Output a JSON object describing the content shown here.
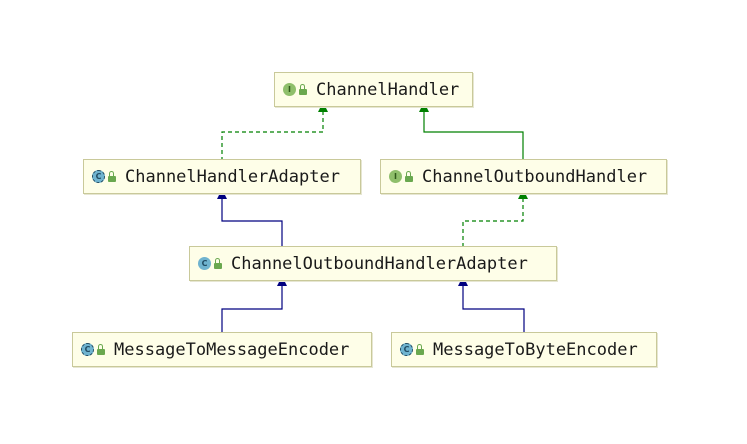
{
  "diagram": {
    "nodes": {
      "channel_handler": {
        "label": "ChannelHandler",
        "kind": "I"
      },
      "channel_handler_adapter": {
        "label": "ChannelHandlerAdapter",
        "kind": "C"
      },
      "channel_outbound_handler": {
        "label": "ChannelOutboundHandler",
        "kind": "I"
      },
      "channel_outbound_handler_adapter": {
        "label": "ChannelOutboundHandlerAdapter",
        "kind": "C"
      },
      "message_to_message_encoder": {
        "label": "MessageToMessageEncoder",
        "kind": "C"
      },
      "message_to_byte_encoder": {
        "label": "MessageToByteEncoder",
        "kind": "C"
      }
    },
    "edges": [
      {
        "from": "channel_handler_adapter",
        "to": "channel_handler",
        "relation": "implements"
      },
      {
        "from": "channel_outbound_handler",
        "to": "channel_handler",
        "relation": "extends"
      },
      {
        "from": "channel_outbound_handler_adapter",
        "to": "channel_handler_adapter",
        "relation": "extends"
      },
      {
        "from": "channel_outbound_handler_adapter",
        "to": "channel_outbound_handler",
        "relation": "implements"
      },
      {
        "from": "message_to_message_encoder",
        "to": "channel_outbound_handler_adapter",
        "relation": "extends"
      },
      {
        "from": "message_to_byte_encoder",
        "to": "channel_outbound_handler_adapter",
        "relation": "extends"
      }
    ],
    "colors": {
      "class_extends": "#000080",
      "interface_edge": "#008000",
      "node_fill": "#fefee8",
      "node_border": "#c9c99a"
    },
    "icons": {
      "interface": "interface-icon",
      "class": "class-icon",
      "abstract_class": "abstract-class-icon",
      "visibility": "public-lock-icon"
    }
  }
}
